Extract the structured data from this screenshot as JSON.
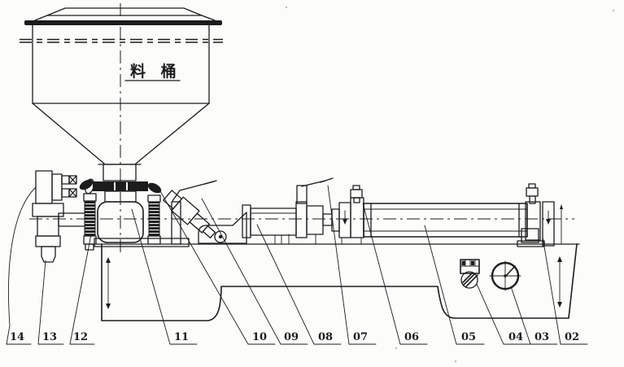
{
  "colors": {
    "ink": "#1c1c1c",
    "paper": "#fcfcfa"
  },
  "hopper": {
    "label": "料 桶"
  },
  "part_numbers": [
    "14",
    "13",
    "12",
    "11",
    "10",
    "09",
    "08",
    "07",
    "06",
    "05",
    "04",
    "03",
    "02"
  ]
}
